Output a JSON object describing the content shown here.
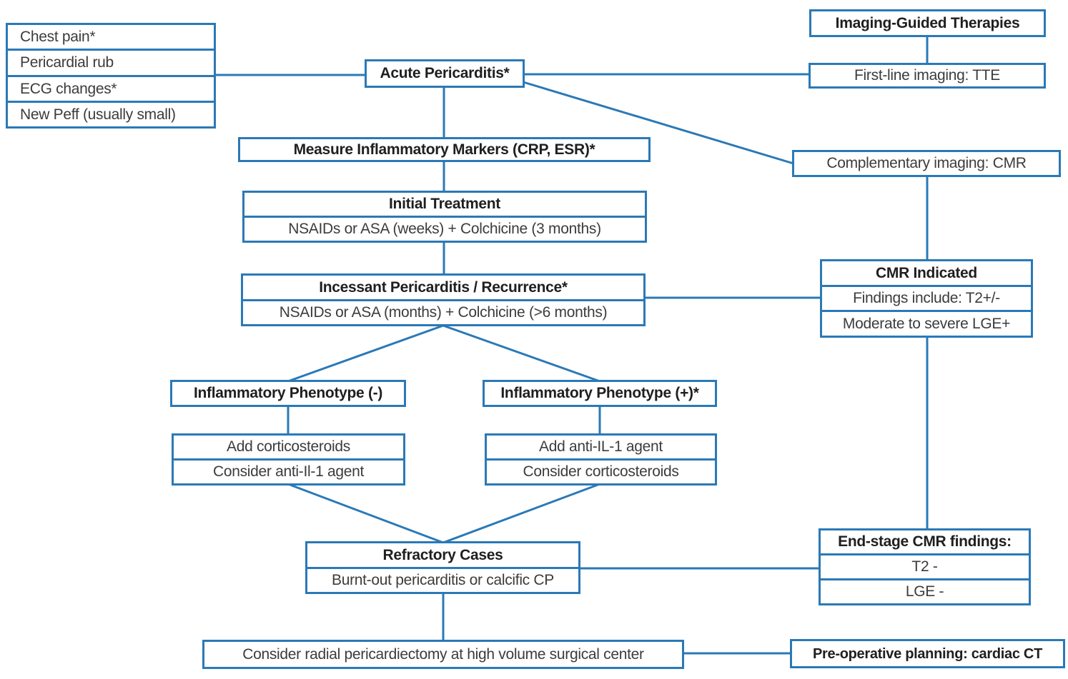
{
  "diagram": {
    "accent_color": "#2a79b7",
    "text_color": "#2b2b2b",
    "symptoms": {
      "items": [
        "Chest pain*",
        "Pericardial rub",
        "ECG changes*",
        "New Peff (usually small)"
      ]
    },
    "acute": {
      "title": "Acute Pericarditis*"
    },
    "imaging_guided": {
      "title": "Imaging-Guided Therapies"
    },
    "tte": {
      "label": "First-line imaging: TTE"
    },
    "cmr_complementary": {
      "label": "Complementary imaging: CMR"
    },
    "measure": {
      "title": "Measure Inflammatory Markers (CRP, ESR)*"
    },
    "initial": {
      "title": "Initial Treatment",
      "detail": "NSAIDs or ASA (weeks) + Colchicine (3 months)"
    },
    "incessant": {
      "title": "Incessant Pericarditis / Recurrence*",
      "detail": "NSAIDs or ASA (months) + Colchicine (>6 months)"
    },
    "cmr_indicated": {
      "title": "CMR Indicated",
      "rows": [
        "Findings include: T2+/-",
        "Moderate to severe LGE+"
      ]
    },
    "phenotype_negative": {
      "title": "Inflammatory Phenotype (-)",
      "rows": [
        "Add corticosteroids",
        "Consider anti-Il-1 agent"
      ]
    },
    "phenotype_positive": {
      "title": "Inflammatory Phenotype (+)*",
      "rows": [
        "Add anti-IL-1 agent",
        "Consider corticosteroids"
      ]
    },
    "refractory": {
      "title": "Refractory Cases",
      "detail": "Burnt-out pericarditis or calcific CP"
    },
    "end_stage": {
      "title": "End-stage CMR findings:",
      "rows": [
        "T2 -",
        "LGE -"
      ]
    },
    "surgery": {
      "label": "Consider radial pericardiectomy at high volume surgical center"
    },
    "preop": {
      "label": "Pre-operative planning: cardiac CT"
    }
  }
}
